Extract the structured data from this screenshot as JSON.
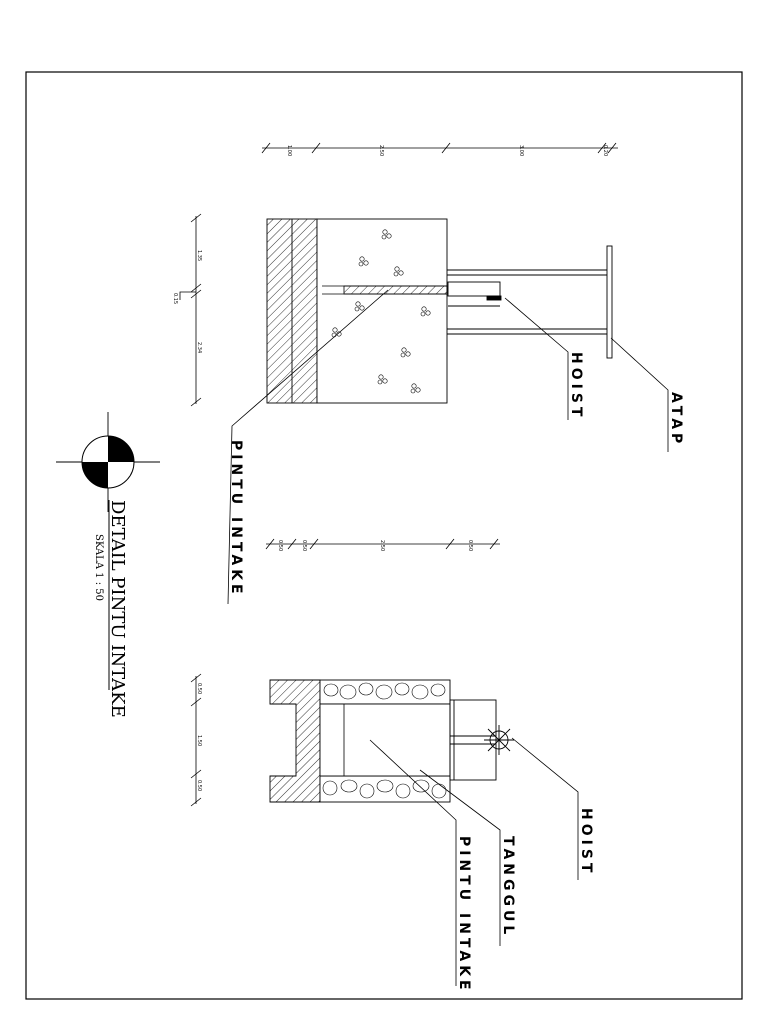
{
  "title": "DETAIL PINTU INTAKE",
  "scale": "SKALA 1 : 50",
  "top_view": {
    "labels": {
      "atap": "ATAP",
      "hoist": "HOIST",
      "pintu_intake": "PINTU INTAKE"
    },
    "dims_top": [
      "1.00",
      "2.50",
      "3.00",
      "0.20"
    ],
    "dims_left": [
      "1.35",
      "0.15",
      "2.34"
    ]
  },
  "bottom_view": {
    "labels": {
      "hoist": "HOIST",
      "tanggul": "TANGGUL",
      "pintu_intake": "PINTU INTAKE"
    },
    "dims_top": [
      "0.50",
      "0.50",
      "2.50",
      "0.50"
    ],
    "dims_left": [
      "0.50",
      "1.50",
      "0.50"
    ]
  }
}
